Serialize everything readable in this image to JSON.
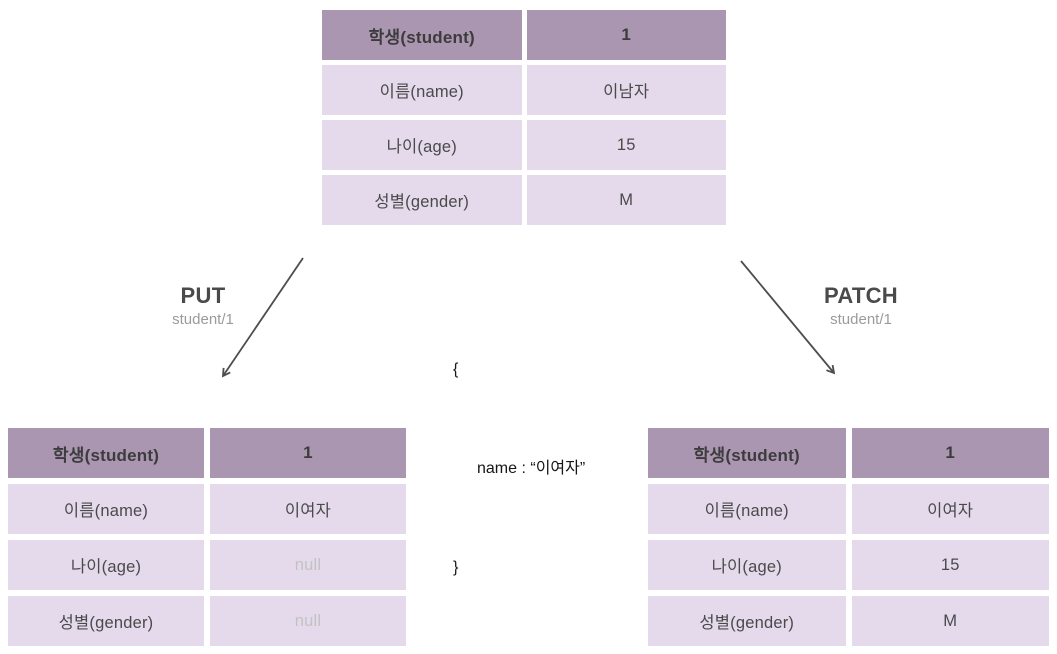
{
  "source_table": {
    "header": [
      "학생(student)",
      "1"
    ],
    "rows": [
      [
        "이름(name)",
        "이남자"
      ],
      [
        "나이(age)",
        "15"
      ],
      [
        "성별(gender)",
        "M"
      ]
    ]
  },
  "put": {
    "method": "PUT",
    "path": "student/1"
  },
  "patch": {
    "method": "PATCH",
    "path": "student/1"
  },
  "request_body": {
    "open_brace": "{",
    "body_line": "name : “이여자”",
    "close_brace": "}"
  },
  "put_result_table": {
    "header": [
      "학생(student)",
      "1"
    ],
    "rows": [
      [
        "이름(name)",
        "이여자"
      ],
      [
        "나이(age)",
        "null"
      ],
      [
        "성별(gender)",
        "null"
      ]
    ]
  },
  "patch_result_table": {
    "header": [
      "학생(student)",
      "1"
    ],
    "rows": [
      [
        "이름(name)",
        "이여자"
      ],
      [
        "나이(age)",
        "15"
      ],
      [
        "성별(gender)",
        "M"
      ]
    ]
  },
  "colors": {
    "header_bg": "#ab96b1",
    "cell_bg": "#e5daec",
    "header_text": "#3c3c3c",
    "cell_text": "#4a4a4a",
    "null_text": "#c2c2c2",
    "arrow": "#4d4d4d"
  }
}
